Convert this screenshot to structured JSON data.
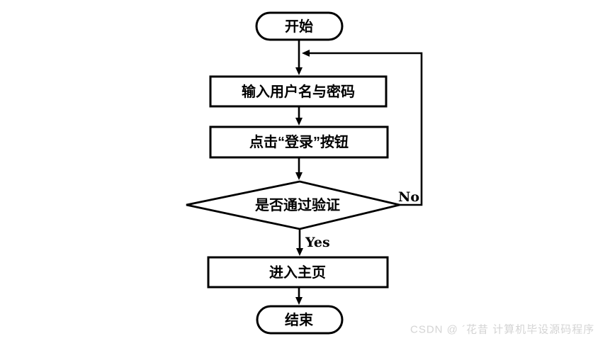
{
  "flowchart": {
    "title_semantic": "login-verification-flow",
    "nodes": {
      "start": {
        "type": "terminator",
        "label": "开始"
      },
      "input": {
        "type": "process",
        "label": "输入用户名与密码"
      },
      "click_login": {
        "type": "process",
        "label": "点击“登录”按钮"
      },
      "verify": {
        "type": "decision",
        "label": "是否通过验证"
      },
      "home": {
        "type": "process",
        "label": "进入主页"
      },
      "end": {
        "type": "terminator",
        "label": "结束"
      }
    },
    "edges": {
      "yes_label": "Yes",
      "no_label": "No"
    },
    "colors": {
      "stroke": "#000000",
      "shape_fill": "#ffffff",
      "background": "#ffffff"
    }
  },
  "watermark": {
    "text": "CSDN @ ´花昔 计算机毕设源码程序",
    "color": "#d4d4d4"
  }
}
